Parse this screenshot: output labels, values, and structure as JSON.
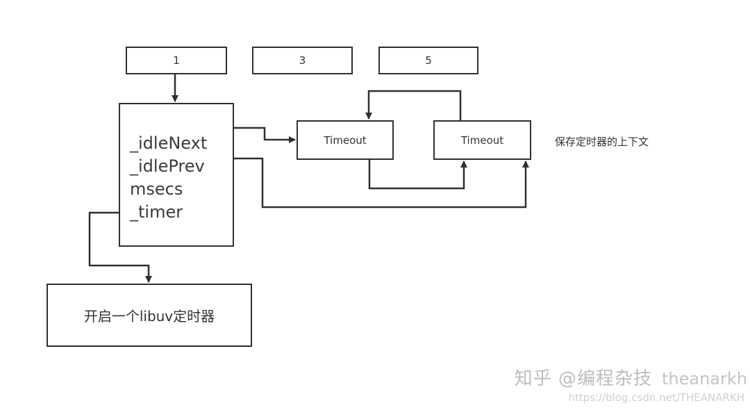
{
  "diagram": {
    "top_boxes": [
      {
        "label": "1"
      },
      {
        "label": "3"
      },
      {
        "label": "5"
      }
    ],
    "struct_box": {
      "fields": [
        "_idleNext",
        "_idlePrev",
        "msecs",
        "_timer"
      ]
    },
    "timeouts": [
      {
        "label": "Timeout"
      },
      {
        "label": "Timeout"
      }
    ],
    "context_note": "保存定时器的上下文",
    "libuv_box": {
      "label": "开启一个libuv定时器"
    }
  },
  "watermark": {
    "zhihu": "知乎 @编程杂技",
    "overlay": "theanarkh",
    "url": "https://blog.csdn.net/THEANARKH"
  },
  "colors": {
    "stroke": "#2f2f2f",
    "text": "#333333",
    "watermark": "#c8c8c8"
  }
}
